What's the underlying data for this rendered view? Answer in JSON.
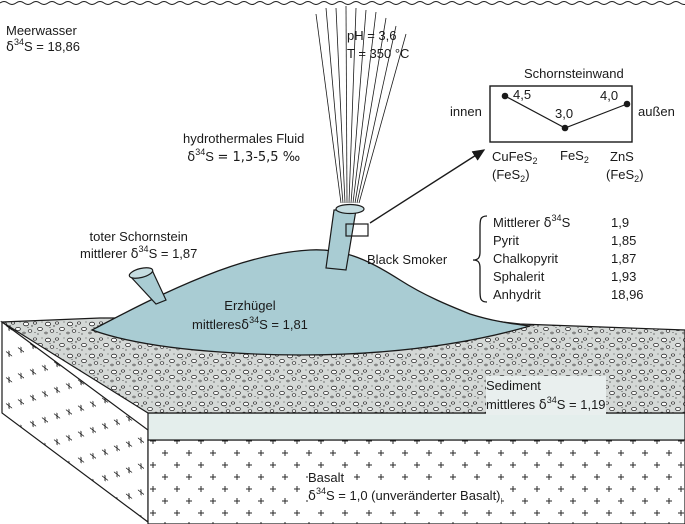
{
  "seawater": {
    "title": "Meerwasser",
    "d34s_value": "= 18,86"
  },
  "fluid_props": {
    "ph": "pH = 3,6",
    "temp": "T = 350 °C"
  },
  "fluid": {
    "title": "hydrothermales Fluid",
    "d34s_value": "= 1,3-5,5 ‰"
  },
  "dead_chimney": {
    "title": "toter Schornstein",
    "prefix": "mittlerer",
    "value": "= 1,87"
  },
  "mound": {
    "title": "Erzhügel",
    "prefix": "mittleres",
    "value": "= 1,81"
  },
  "sediment": {
    "title": "Sediment",
    "prefix": "mittleres",
    "value": "= 1,19"
  },
  "basalt": {
    "title": "Basalt",
    "value": "= 1,0 (unveränderter Basalt)"
  },
  "chimney_wall": {
    "title": "Schornsteinwand",
    "inner": "innen",
    "outer": "außen",
    "v1": "4,5",
    "v2": "3,0",
    "v3": "4,0",
    "m1_a": "CuFeS",
    "m1_b": "(FeS",
    "m2": "FeS",
    "m3_a": "ZnS",
    "m3_b": "(FeS"
  },
  "black_smoker": {
    "title": "Black Smoker",
    "rows": [
      {
        "name": "Mittlerer",
        "value": "1,9"
      },
      {
        "name": "Pyrit",
        "value": "1,85"
      },
      {
        "name": "Chalkopyrit",
        "value": "1,87"
      },
      {
        "name": "Sphalerit",
        "value": "1,93"
      },
      {
        "name": "Anhydrit",
        "value": "18,96"
      }
    ]
  },
  "symbols": {
    "delta": "δ",
    "mass": "34",
    "sulfur": "S",
    "sub2": "2",
    "close": ")"
  },
  "colors": {
    "fluid_blue": "#a9ccd3",
    "ink": "#1a1a1a",
    "front_band": "#e4eeec"
  }
}
